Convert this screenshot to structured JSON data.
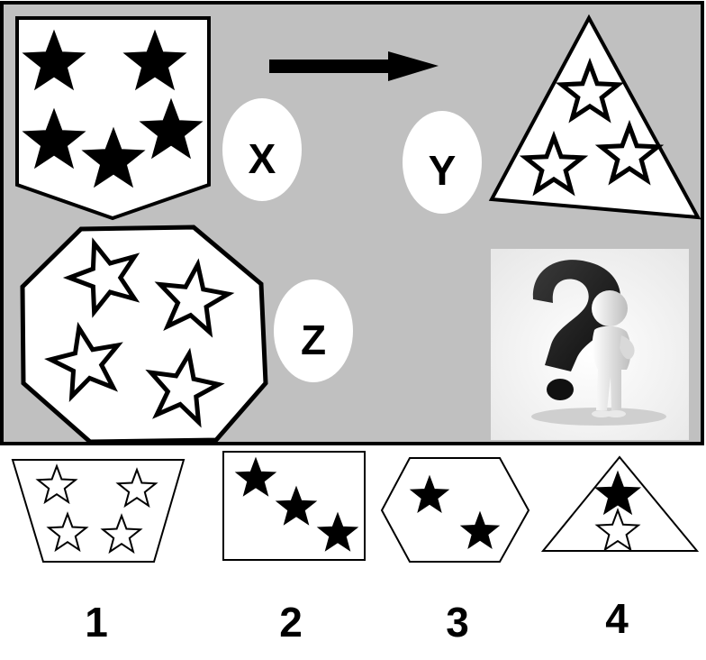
{
  "puzzle": {
    "labels": {
      "x": "X",
      "y": "Y",
      "z": "Z"
    },
    "colors": {
      "panel_bg": "#c0c0c0",
      "fill_white": "#ffffff",
      "ink": "#000000"
    },
    "question_image": "question-mark-figure",
    "figures": [
      {
        "id": "x-shield",
        "shape": "pentagon-shield",
        "stars": 5,
        "star_style": "solid"
      },
      {
        "id": "y-triangle",
        "shape": "triangle",
        "stars": 3,
        "star_style": "outline"
      },
      {
        "id": "z-octagon",
        "shape": "octagon",
        "stars": 4,
        "star_style": "outline"
      }
    ]
  },
  "options": [
    {
      "number": "1",
      "shape": "trapezoid",
      "stars": 4,
      "star_style": "outline"
    },
    {
      "number": "2",
      "shape": "rectangle",
      "stars": 3,
      "star_style": "solid"
    },
    {
      "number": "3",
      "shape": "hexagon",
      "stars": 2,
      "star_style": "solid"
    },
    {
      "number": "4",
      "shape": "triangle",
      "stars": 2,
      "star_style": "mixed"
    }
  ]
}
